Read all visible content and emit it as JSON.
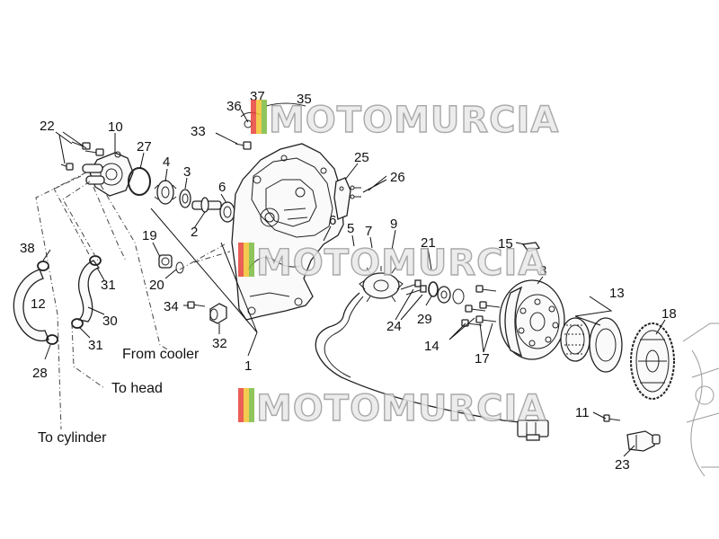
{
  "diagram": {
    "callouts": [
      {
        "id": "c22",
        "text": "22"
      },
      {
        "id": "c10",
        "text": "10"
      },
      {
        "id": "c27",
        "text": "27"
      },
      {
        "id": "c4",
        "text": "4"
      },
      {
        "id": "c3",
        "text": "3"
      },
      {
        "id": "c6a",
        "text": "6"
      },
      {
        "id": "c2",
        "text": "2"
      },
      {
        "id": "c33",
        "text": "33"
      },
      {
        "id": "c36",
        "text": "36"
      },
      {
        "id": "c37",
        "text": "37"
      },
      {
        "id": "c35",
        "text": "35"
      },
      {
        "id": "c25",
        "text": "25"
      },
      {
        "id": "c26",
        "text": "26"
      },
      {
        "id": "c19",
        "text": "19"
      },
      {
        "id": "c20",
        "text": "20"
      },
      {
        "id": "c6b",
        "text": "6"
      },
      {
        "id": "c5",
        "text": "5"
      },
      {
        "id": "c7",
        "text": "7"
      },
      {
        "id": "c9",
        "text": "9"
      },
      {
        "id": "c21",
        "text": "21"
      },
      {
        "id": "c15",
        "text": "15"
      },
      {
        "id": "c8",
        "text": "8"
      },
      {
        "id": "c38",
        "text": "38"
      },
      {
        "id": "c12",
        "text": "12"
      },
      {
        "id": "c31a",
        "text": "31"
      },
      {
        "id": "c30",
        "text": "30"
      },
      {
        "id": "c31b",
        "text": "31"
      },
      {
        "id": "c28",
        "text": "28"
      },
      {
        "id": "c34",
        "text": "34"
      },
      {
        "id": "c32",
        "text": "32"
      },
      {
        "id": "c1",
        "text": "1"
      },
      {
        "id": "c24",
        "text": "24"
      },
      {
        "id": "c29",
        "text": "29"
      },
      {
        "id": "c14",
        "text": "14"
      },
      {
        "id": "c17",
        "text": "17"
      },
      {
        "id": "c13",
        "text": "13"
      },
      {
        "id": "c18",
        "text": "18"
      },
      {
        "id": "c11",
        "text": "11"
      },
      {
        "id": "c23",
        "text": "23"
      }
    ],
    "captions": {
      "from_cooler": "From cooler",
      "to_head": "To head",
      "to_cylinder": "To cylinder"
    },
    "watermark": {
      "brand": "MOTOMURCIA",
      "colors": [
        "#e8443a",
        "#f2c230",
        "#7dbb42"
      ]
    }
  }
}
